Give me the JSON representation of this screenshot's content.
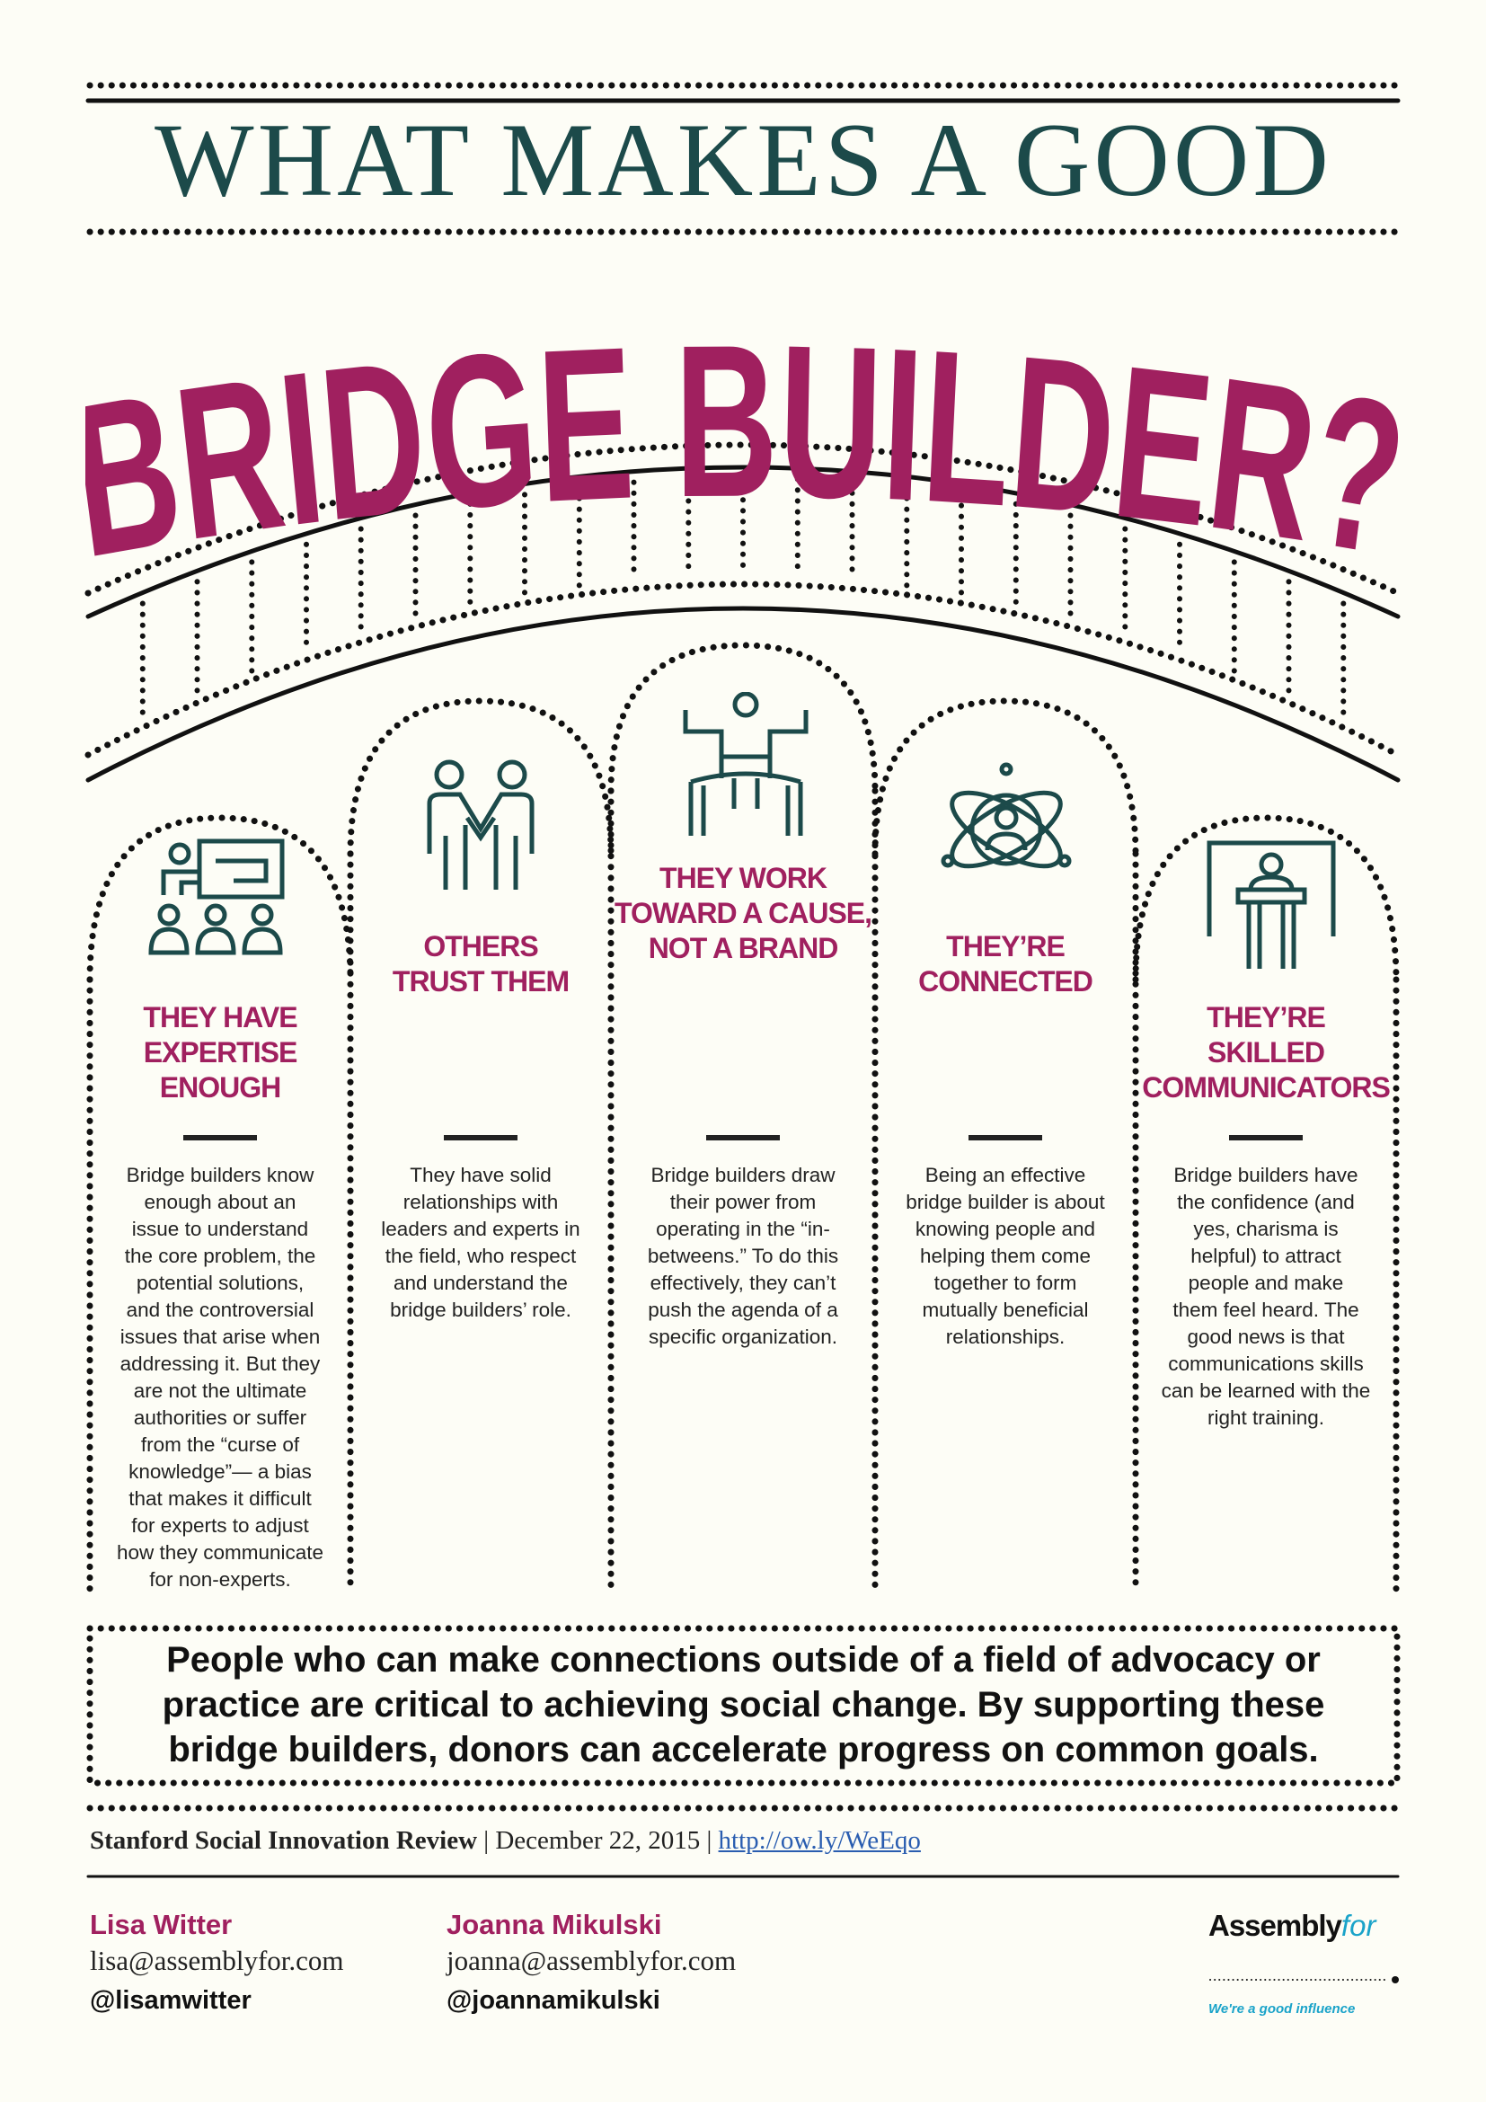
{
  "header": {
    "title_line1": "WHAT MAKES A GOOD",
    "title_line2": "BRIDGE BUILDER?"
  },
  "columns": [
    {
      "icon": "expertise-presentation-icon",
      "heading_lines": [
        "THEY HAVE",
        "EXPERTISE",
        "ENOUGH"
      ],
      "body_lines": [
        "Bridge builders know",
        "enough about an",
        "issue to understand",
        "the core problem, the",
        "potential solutions,",
        "and the controversial",
        "issues that arise when",
        "addressing it. But they",
        "are not the ultimate",
        "authorities or suffer",
        "from the “curse of",
        "knowledge”— a bias",
        "that makes it difficult",
        "for experts to adjust",
        "how they communicate",
        "for non-experts."
      ]
    },
    {
      "icon": "handshake-people-icon",
      "heading_lines": [
        "OTHERS",
        "TRUST THEM"
      ],
      "body_lines": [
        "They have solid",
        "relationships with",
        "leaders and experts in",
        "the field, who respect",
        "and understand the",
        "bridge builders’ role."
      ]
    },
    {
      "icon": "finish-line-person-icon",
      "heading_lines": [
        "THEY WORK",
        "TOWARD A CAUSE,",
        "NOT A BRAND"
      ],
      "body_lines": [
        "Bridge builders draw",
        "their power from",
        "operating in the “in-",
        "betweens.” To do this",
        "effectively, they can’t",
        "push the agenda of a",
        "specific organization."
      ]
    },
    {
      "icon": "atom-person-icon",
      "heading_lines": [
        "THEY’RE",
        "CONNECTED"
      ],
      "body_lines": [
        "Being an effective",
        "bridge builder is about",
        "knowing people and",
        "helping them come",
        "together to form",
        "mutually beneficial",
        "relationships."
      ]
    },
    {
      "icon": "podium-speaker-icon",
      "heading_lines": [
        "THEY’RE",
        "SKILLED",
        "COMMUNICATORS"
      ],
      "body_lines": [
        "Bridge builders have",
        "the confidence (and",
        "yes, charisma is",
        "helpful) to attract",
        "people and make",
        "them feel heard. The",
        "good news is that",
        "communications skills",
        "can be learned with the",
        "right training."
      ]
    }
  ],
  "callout_lines": [
    "People who can make connections outside of a field of advocacy or",
    "practice are critical to achieving social change. By supporting these",
    "bridge builders, donors can accelerate progress on common goals."
  ],
  "source": {
    "publication": "Stanford Social Innovation Review",
    "separator": "|",
    "date": "December 22, 2015",
    "link": "http://ow.ly/WeEqo"
  },
  "authors": [
    {
      "name": "Lisa Witter",
      "email": "lisa@assemblyfor.com",
      "handle": "@lisamwitter"
    },
    {
      "name": "Joanna Mikulski",
      "email": "joanna@assemblyfor.com",
      "handle": "@joannamikulski"
    }
  ],
  "logo": {
    "word": "Assembly",
    "suffix": "for",
    "tagline": "We're a good influence"
  },
  "colors": {
    "teal": "#1c4a4a",
    "magenta": "#a0205f",
    "cyan": "#1aa3c9",
    "background": "#fdfdf6"
  }
}
